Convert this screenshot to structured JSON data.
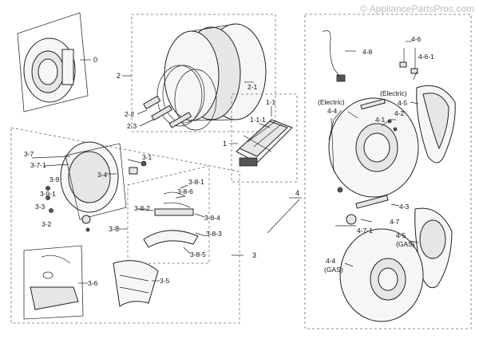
{
  "watermark": "© AppliancePartsPros.com",
  "labels": {
    "l0": "0",
    "l1": "1",
    "l1_1": "1-1",
    "l1_1_1": "1-1-1",
    "l2": "2",
    "l2_1": "2-1",
    "l2_2": "2-2",
    "l2_3": "2-3",
    "l3": "3",
    "l3_1": "3-1",
    "l3_2": "3-2",
    "l3_3": "3-3",
    "l3_4": "3-4",
    "l3_5": "3-5",
    "l3_6": "3-6",
    "l3_7": "3-7",
    "l3_7_1": "3-7-1",
    "l3_8": "3-8",
    "l3_8_1": "3-8-1",
    "l3_8_2": "3-8-2",
    "l3_8_3": "3-8-3",
    "l3_8_4": "3-8-4",
    "l3_8_5": "3-8-5",
    "l3_8_6": "3-8-6",
    "l3_9": "3-9",
    "l3_9_1": "3-9-1",
    "l4": "4",
    "l4_1": "4-1",
    "l4_2": "4-2",
    "l4_3": "4-3",
    "l4_4": "4-4",
    "l4_4g": "4-4",
    "l4_5": "4-5",
    "l4_5g": "4-5",
    "l4_6": "4-6",
    "l4_6_1": "4-6-1",
    "l4_7": "4-7",
    "l4_7_1": "4-7-1",
    "l4_8": "4-8",
    "electric_a": "(Electric)",
    "electric_b": "(Electric)",
    "gas_a": "(GAS)",
    "gas_b": "(GAS)"
  }
}
